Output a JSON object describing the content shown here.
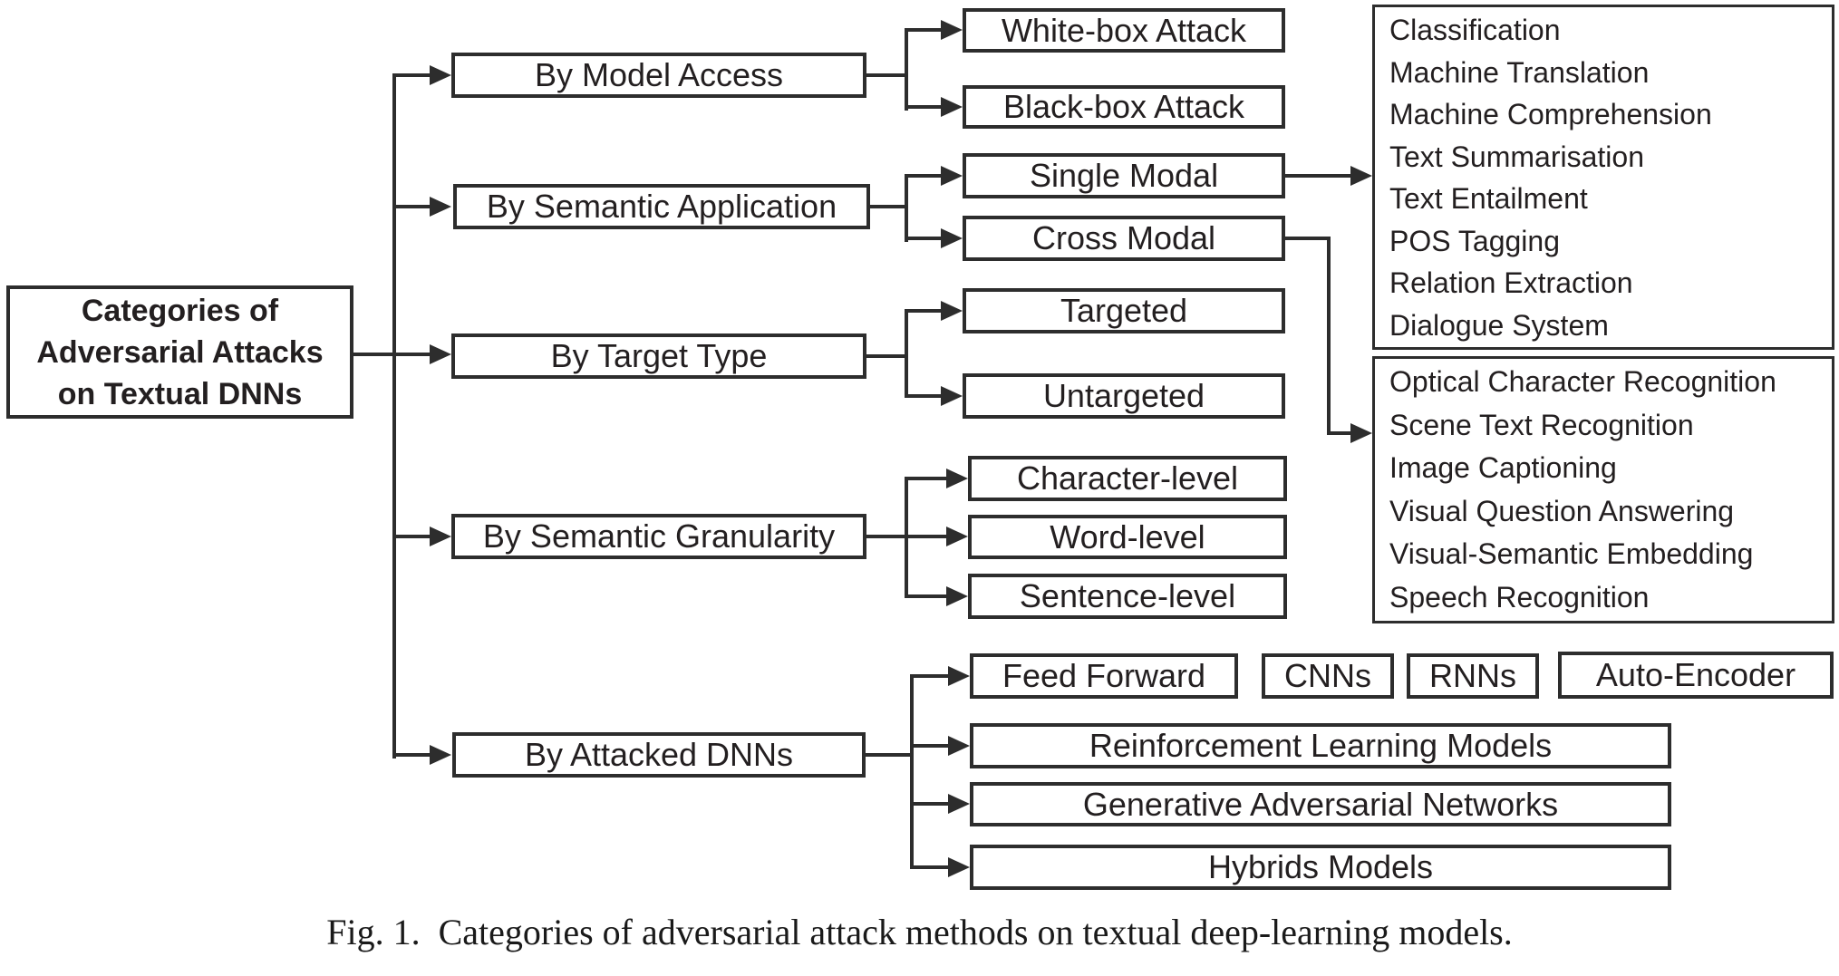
{
  "colors": {
    "line": "#2d2d2d",
    "box_border": "#2d2d2d",
    "background": "#ffffff",
    "text": "#231f20"
  },
  "root": {
    "label": "Categories of\nAdversarial Attacks\non Textual DNNs"
  },
  "categories": [
    "By Model Access",
    "By Semantic Application",
    "By Target Type",
    "By Semantic Granularity",
    "By Attacked DNNs"
  ],
  "children": {
    "model_access": [
      "White-box Attack",
      "Black-box Attack"
    ],
    "semantic_application": [
      "Single Modal",
      "Cross Modal"
    ],
    "target_type": [
      "Targeted",
      "Untargeted"
    ],
    "semantic_granularity": [
      "Character-level",
      "Word-level",
      "Sentence-level"
    ],
    "attacked_dnns": [
      "Feed Forward",
      "CNNs",
      "RNNs",
      "Auto-Encoder",
      "Reinforcement Learning Models",
      "Generative Adversarial Networks",
      "Hybrids Models"
    ]
  },
  "single_modal_tasks": [
    "Classification",
    "Machine Translation",
    "Machine Comprehension",
    "Text Summarisation",
    "Text Entailment",
    "POS Tagging",
    "Relation Extraction",
    "Dialogue System"
  ],
  "cross_modal_tasks": [
    "Optical Character Recognition",
    "Scene Text Recognition",
    "Image Captioning",
    "Visual Question Answering",
    "Visual-Semantic Embedding",
    "Speech Recognition"
  ],
  "caption": "Fig. 1.  Categories of adversarial attack methods on textual deep-learning models."
}
